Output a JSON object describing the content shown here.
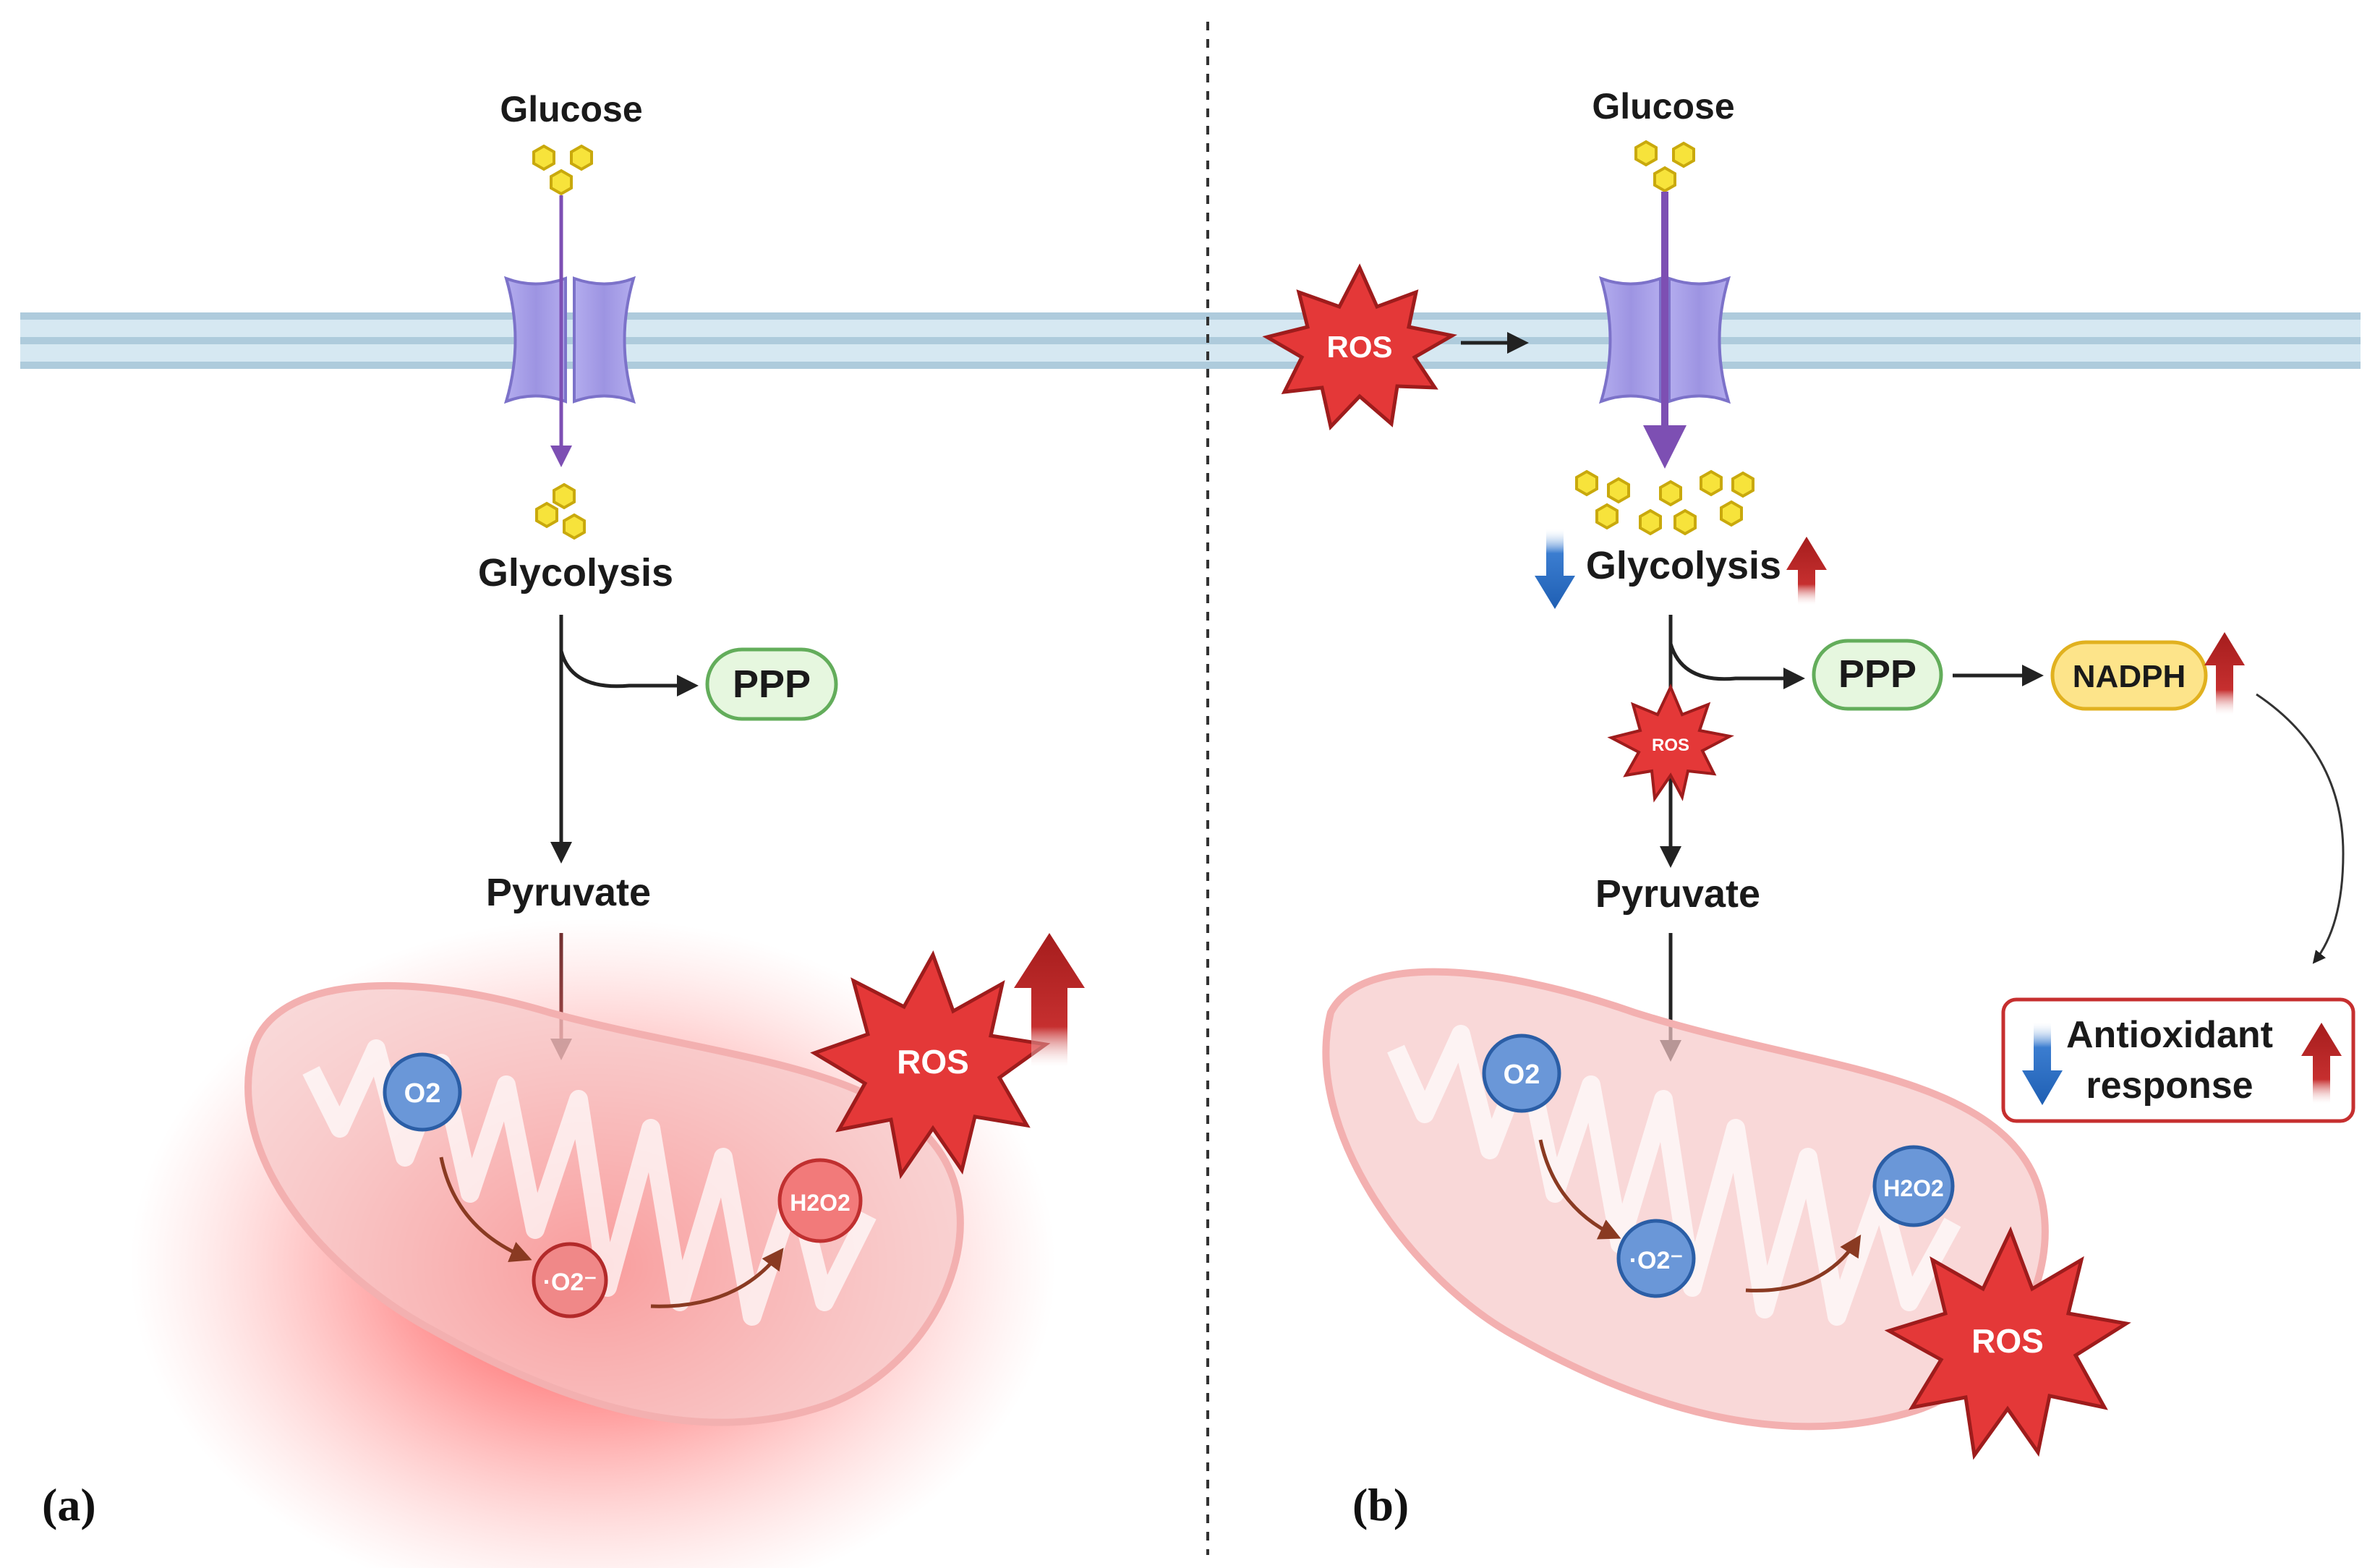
{
  "panel_a": {
    "label": "(a)",
    "glucose": "Glucose",
    "glycolysis": "Glycolysis",
    "ppp": "PPP",
    "pyruvate": "Pyruvate",
    "o2": "O2",
    "superoxide": "·O2⁻",
    "h2o2": "H2O2",
    "ros": "ROS"
  },
  "panel_b": {
    "label": "(b)",
    "glucose": "Glucose",
    "ros_outside": "ROS",
    "glycolysis": "Glycolysis",
    "ppp": "PPP",
    "nadph": "NADPH",
    "ros_small": "ROS",
    "pyruvate": "Pyruvate",
    "antioxidant_line1": "Antioxidant",
    "antioxidant_line2": "response",
    "o2": "O2",
    "superoxide": "·O2⁻",
    "h2o2": "H2O2",
    "ros_mito": "ROS"
  },
  "colors": {
    "membrane": "#cde3ee",
    "transporter": "#9f97e4",
    "glucose": "#f7e33b",
    "ppp_fill": "#e6f7df",
    "ppp_stroke": "#63ad5b",
    "nadph_fill": "#fde48a",
    "nadph_stroke": "#e1b11f",
    "ros": "#e63a3a",
    "up_arrow": "#a51d1d",
    "down_arrow": "#1f5fb3",
    "o2_fill": "#6a97d8",
    "mito": "#f7c7c7"
  }
}
